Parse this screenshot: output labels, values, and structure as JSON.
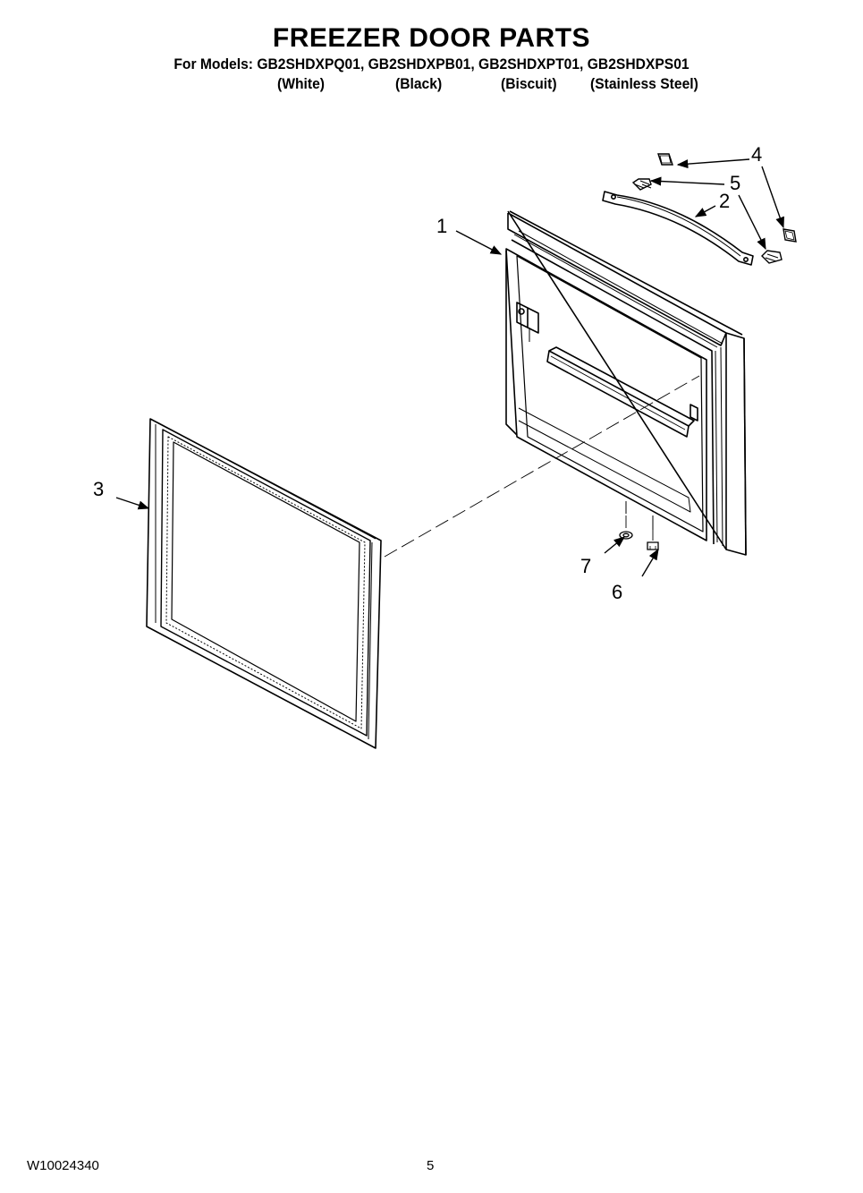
{
  "header": {
    "title": "FREEZER DOOR PARTS",
    "models_line": "For Models: GB2SHDXPQ01, GB2SHDXPB01, GB2SHDXPT01, GB2SHDXPS01",
    "colors": [
      "(White)",
      "(Black)",
      "(Biscuit)",
      "(Stainless Steel)"
    ]
  },
  "callouts": [
    "1",
    "2",
    "3",
    "4",
    "5",
    "6",
    "7"
  ],
  "footer": {
    "doc_number": "W10024340",
    "page_number": "5"
  }
}
